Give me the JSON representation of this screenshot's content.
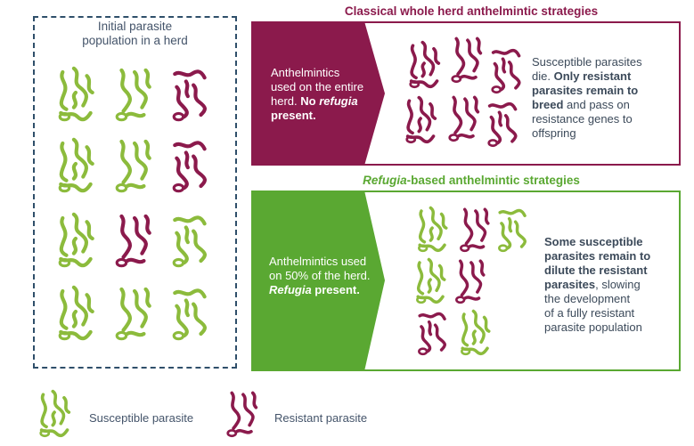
{
  "colors": {
    "susceptible": "#8cbb3c",
    "resistant": "#8b1a4c",
    "classical_accent": "#8b1a4c",
    "refugia_accent": "#5aa832",
    "text": "#3c4a5a",
    "border": "#2f4f6a"
  },
  "left": {
    "title_line1": "Initial parasite",
    "title_line2": "population in a herd",
    "grid": [
      [
        "susceptible",
        "susceptible",
        "resistant"
      ],
      [
        "susceptible",
        "susceptible",
        "resistant"
      ],
      [
        "susceptible",
        "resistant",
        "susceptible"
      ],
      [
        "susceptible",
        "susceptible",
        "susceptible"
      ]
    ]
  },
  "classical": {
    "title": "Classical whole herd anthelmintic strategies",
    "arrow_line1": "Anthelmintics",
    "arrow_line2": "used on the entire",
    "arrow_line3_plain": "herd. ",
    "arrow_line3_bold": "No ",
    "arrow_line3_bold_italic": "refugia",
    "arrow_line4_bold": "present.",
    "desc_line1": "Susceptible parasites",
    "desc_line2_plain": "die. ",
    "desc_line2_bold": "Only resistant",
    "desc_line3_bold": "parasites remain to",
    "desc_line4_bold": "breed",
    "desc_line4_plain": " and pass on",
    "desc_line5": "resistance genes to",
    "desc_line6": "offspring"
  },
  "refugia": {
    "title_italic": "Refugia",
    "title_rest": "-based anthelmintic strategies",
    "arrow_line1": "Anthelmintics used",
    "arrow_line2": "on 50% of the herd.",
    "arrow_line3_bold_italic": "Refugia",
    "arrow_line3_bold": " present.",
    "desc_line1_bold": "Some susceptible",
    "desc_line2_bold": "parasites remain to",
    "desc_line3_bold": "dilute the resistant",
    "desc_line4_bold": "parasites",
    "desc_line4_plain": ", slowing",
    "desc_line5": "the development",
    "desc_line6": "of a fully resistant",
    "desc_line7": "parasite population"
  },
  "legend": {
    "susceptible_label": "Susceptible parasite",
    "resistant_label": "Resistant parasite"
  }
}
